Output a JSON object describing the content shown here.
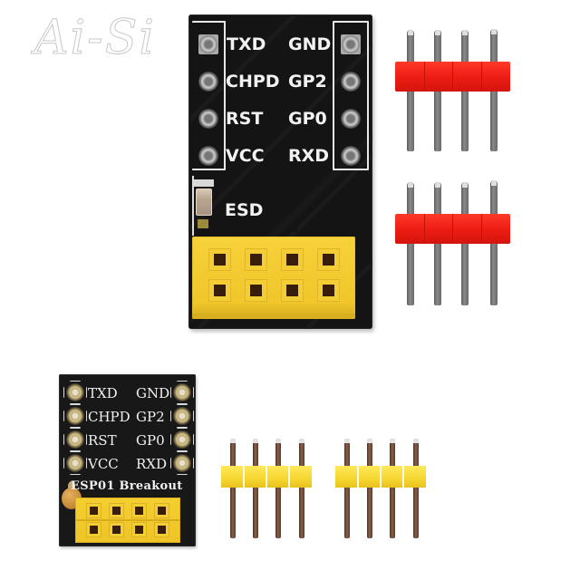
{
  "watermark": {
    "text": "Ai-Si"
  },
  "main_board": {
    "left_pins": [
      "TXD",
      "CHPD",
      "RST",
      "VCC"
    ],
    "right_pins": [
      "GND",
      "GP2",
      "GP0",
      "RXD"
    ],
    "component_label": "ESD",
    "socket": {
      "rows": 2,
      "cols": 4
    }
  },
  "red_headers": [
    {
      "pins": 4,
      "color": "#ee1e14"
    },
    {
      "pins": 4,
      "color": "#ee1e14"
    }
  ],
  "small_board": {
    "left_pins": [
      "TXD",
      "CHPD",
      "RST",
      "VCC"
    ],
    "right_pins": [
      "GND",
      "GP2",
      "GP0",
      "RXD"
    ],
    "title": "ESP01 Breakout",
    "socket": {
      "rows": 2,
      "cols": 4
    }
  },
  "yellow_headers": [
    {
      "pins": 4,
      "color": "#f6d630"
    },
    {
      "pins": 4,
      "color": "#f6d630"
    }
  ],
  "colors": {
    "pcb": "#141414",
    "silkscreen": "#f2f2f2",
    "socket": "#f0c62a",
    "red_header": "#ee1e14",
    "yellow_header": "#f6d630"
  }
}
